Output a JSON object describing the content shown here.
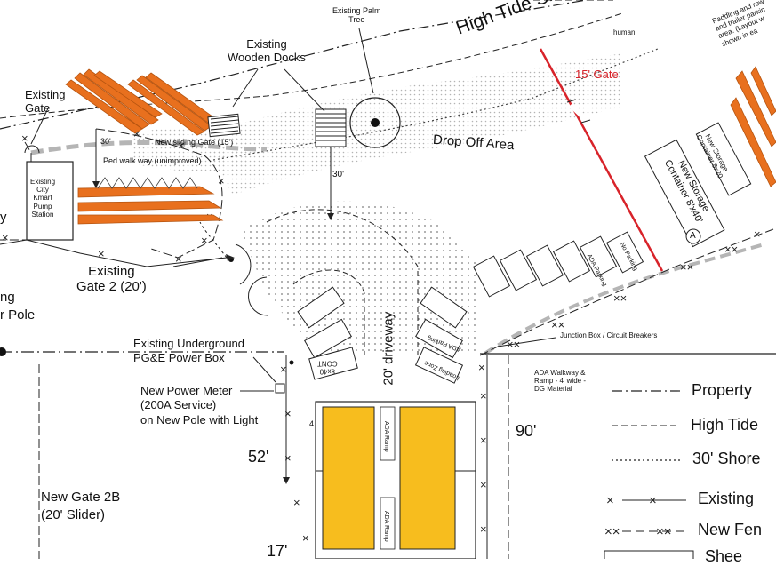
{
  "labels": {
    "existing_palm_tree": "Existing Palm\nTree",
    "high_tide_shore": "High Tide Shore",
    "existing_wooden_docks": "Existing\nWooden Docks",
    "existing_gate": "Existing\nGate",
    "dim_30_top": "30'",
    "new_sliding_gate": "New sliding Gate (15')",
    "ped_walk_way": "Ped walk way (unimproved)",
    "existing_city_pump": "Existing\nCity\nKmart\nPump\nStation",
    "dim_30_mid": "30'",
    "drop_off_area": "Drop Off Area",
    "gate_15": "15' Gate",
    "human_fragment": "human",
    "paddling_note": "Paddling and row\nand trailer parkin\narea. (Layout w\nshown in ea",
    "new_storage_small": "New Storage\nContainer 8x20",
    "new_storage_large": "New Storage\nContainer 8'x40'",
    "marker_a": "A",
    "ada_parking_1": "ADA Parking",
    "no_parking": "No Parking",
    "existing_gate_2": "Existing\nGate 2 (20')",
    "ng_fragment": "ng",
    "r_pole_fragment": "r Pole",
    "y_fragment": "y",
    "driveway": "20' driveway",
    "container_label_a": "8x40\nCONT",
    "container_label_b": "ADA Parking",
    "container_label_c": "Loading Zone",
    "junction_box": "Junction Box / Circuit Breakers",
    "existing_underground": "Existing Underground\nPG&E Power Box",
    "new_power_meter": "New Power Meter\n(200A Service)\non New Pole with Light",
    "dim_52": "52'",
    "new_gate_2b": "New Gate 2B\n(20' Slider)",
    "dim_17": "17'",
    "dim_90": "90'",
    "ada_walkway": "ADA Walkway &\nRamp - 4' wide -\nDG Material",
    "ada_ramp_1": "ADA Ramp",
    "ada_ramp_2": "ADA Ramp",
    "num_4": "4"
  },
  "legend": [
    {
      "label": "Property"
    },
    {
      "label": "High Tide"
    },
    {
      "label": "30' Shore"
    },
    {
      "label": "Existing"
    },
    {
      "label": "New Fen"
    },
    {
      "label": "Shee"
    }
  ],
  "colors": {
    "container_fill": "#f7bd1e",
    "orange_boats": "#e8701e",
    "red_gate": "#d8232a",
    "gray_path": "#bdbdbd"
  }
}
